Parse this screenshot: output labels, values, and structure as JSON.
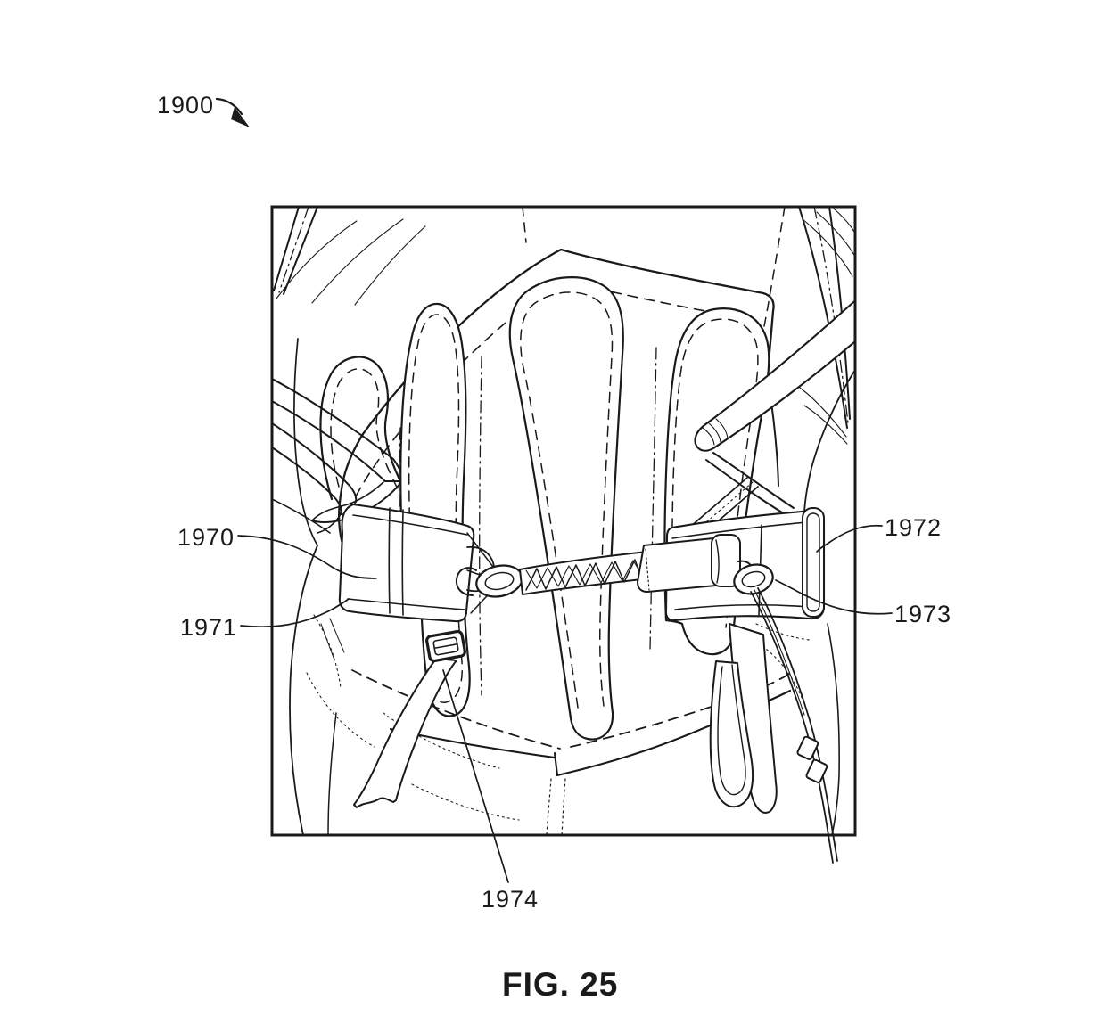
{
  "figure": {
    "assembly_label": "1900",
    "caption": "FIG. 25",
    "reference_labels": {
      "r1970": "1970",
      "r1971": "1971",
      "r1972": "1972",
      "r1973": "1973",
      "r1974": "1974"
    }
  },
  "colors": {
    "ink": "#1a1a1a",
    "background": "#ffffff"
  }
}
